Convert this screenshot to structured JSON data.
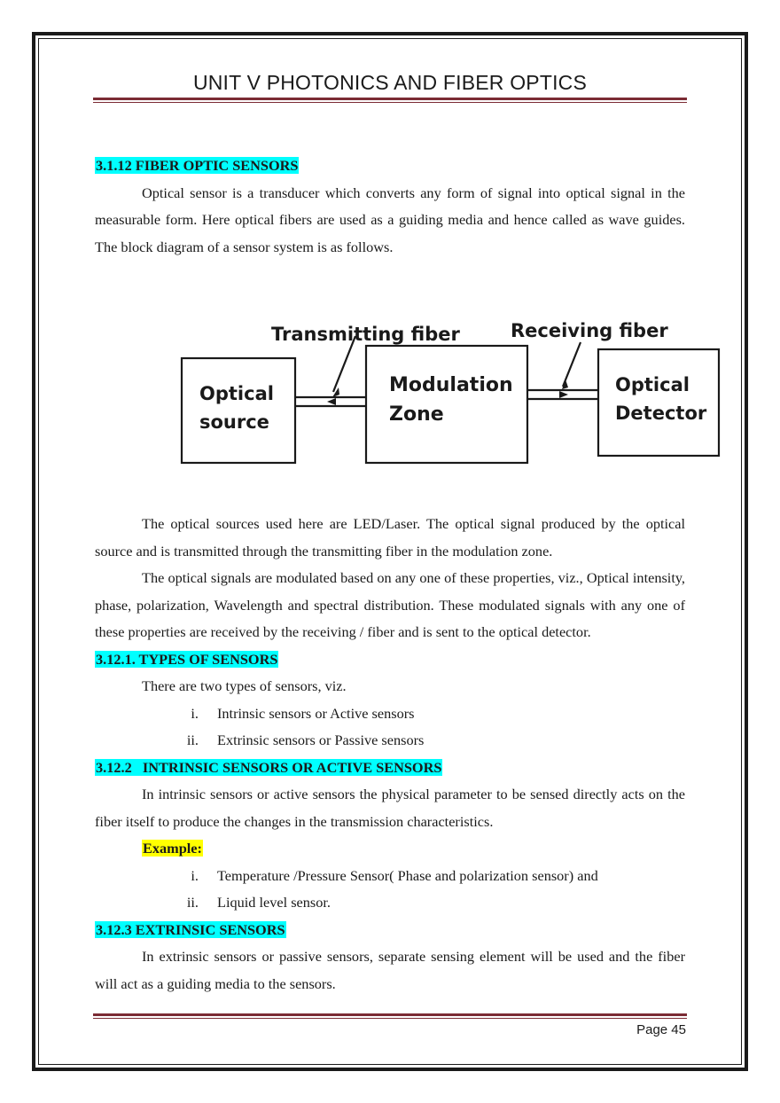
{
  "header": {
    "title": "UNIT V PHOTONICS AND FIBER OPTICS"
  },
  "footer": {
    "page": "Page 45"
  },
  "section_3_1_12": {
    "heading": "3.1.12 FIBER OPTIC SENSORS",
    "para1": "Optical sensor is a transducer which converts any form of signal into optical signal in the measurable form. Here optical fibers are used as a guiding media and hence called as wave guides. The block diagram of a sensor system is as follows.",
    "diagram": {
      "label_transmitting": "Transmitting fiber",
      "label_receiving": "Receiving fiber",
      "box_source_line1": "Optical",
      "box_source_line2": "source",
      "box_mod_line1": "Modulation",
      "box_mod_line2": "Zone",
      "box_det_line1": "Optical",
      "box_det_line2": "Detector"
    },
    "para2": "The optical sources used here are LED/Laser. The optical signal produced by the optical source and is transmitted through the transmitting fiber in the modulation zone.",
    "para3": "The optical signals are modulated based on any one of these properties, viz., Optical intensity, phase, polarization, Wavelength and spectral distribution. These modulated signals with any one of these properties are received by the receiving / fiber and is sent to the optical detector."
  },
  "section_types": {
    "heading": "3.12.1. TYPES OF SENSORS",
    "intro": "There are two types of sensors, viz.",
    "items": [
      {
        "num": "i.",
        "text": "Intrinsic sensors or Active sensors"
      },
      {
        "num": "ii.",
        "text": "Extrinsic sensors or Passive sensors"
      }
    ]
  },
  "section_intrinsic": {
    "heading": "3.12.2   INTRINSIC SENSORS OR ACTIVE SENSORS",
    "para": "In intrinsic sensors or active sensors the physical parameter to be sensed directly acts on the fiber itself to produce the changes in the transmission characteristics.",
    "example_label": "Example:",
    "items": [
      {
        "num": "i.",
        "text": "Temperature /Pressure Sensor( Phase and polarization sensor) and"
      },
      {
        "num": "ii.",
        "text": "Liquid level sensor."
      }
    ]
  },
  "section_extrinsic": {
    "heading": "3.12.3 EXTRINSIC SENSORS",
    "para": "In extrinsic sensors or passive sensors, separate sensing element will be used and the fiber will act as a guiding media to the sensors."
  }
}
